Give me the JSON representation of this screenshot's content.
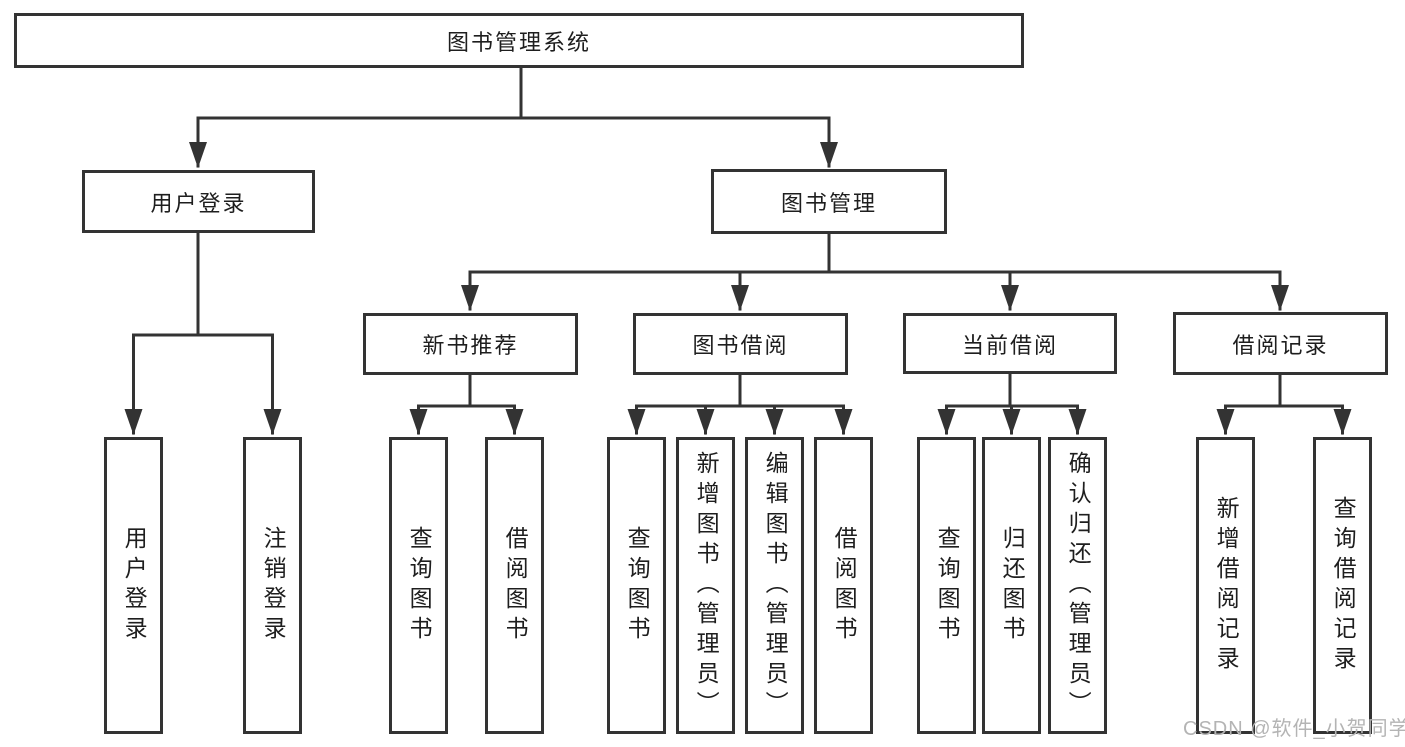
{
  "diagram": {
    "root": {
      "label": "图书管理系统"
    },
    "branches": [
      {
        "label": "用户登录",
        "children": [
          {
            "label": "用户登录"
          },
          {
            "label": "注销登录"
          }
        ]
      },
      {
        "label": "图书管理",
        "children": [
          {
            "label": "新书推荐",
            "children": [
              {
                "label": "查询图书"
              },
              {
                "label": "借阅图书"
              }
            ]
          },
          {
            "label": "图书借阅",
            "children": [
              {
                "label": "查询图书"
              },
              {
                "label": "新增图书（管理员）"
              },
              {
                "label": "编辑图书（管理员）"
              },
              {
                "label": "借阅图书"
              }
            ]
          },
          {
            "label": "当前借阅",
            "children": [
              {
                "label": "查询图书"
              },
              {
                "label": "归还图书"
              },
              {
                "label": "确认归还（管理员）"
              }
            ]
          },
          {
            "label": "借阅记录",
            "children": [
              {
                "label": "新增借阅记录"
              },
              {
                "label": "查询借阅记录"
              }
            ]
          }
        ]
      }
    ]
  },
  "watermark": {
    "text": "CSDN @软件_小贺同学"
  },
  "colors": {
    "line": "#333333",
    "box_border": "#333333",
    "text": "#1e1e1e",
    "watermark": "#b4b4b4",
    "background": "#ffffff"
  }
}
